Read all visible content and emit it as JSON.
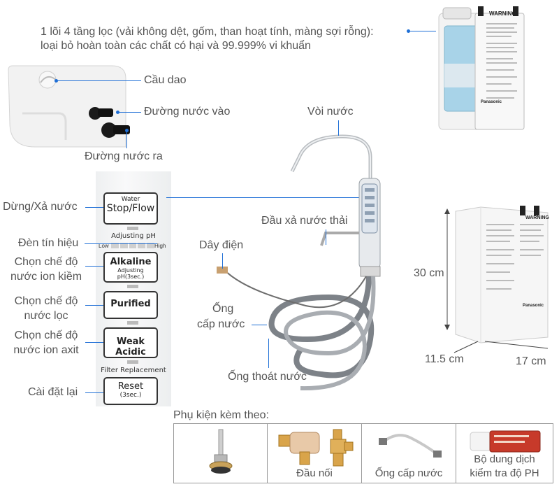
{
  "filter_caption": {
    "line1": "1 lõi 4 tầng lọc (vải không dệt, gốm, than hoạt tính, màng sợi rỗng):",
    "line2": "loại bỏ hoàn toàn các chất có hại và 99.999% vi khuẩn"
  },
  "labels": {
    "breaker": "Cầu dao",
    "water_in": "Đường nước vào",
    "water_out": "Đường nước ra",
    "faucet": "Vòi nước",
    "drain_head": "Đầu xả nước thải",
    "power_cord": "Dây điện",
    "supply_pipe_1": "Ống",
    "supply_pipe_2": "cấp nước",
    "drain_pipe": "Ống thoát nước",
    "stop_flush": "Dừng/Xả nước",
    "signal_light": "Đèn tín hiệu",
    "alkaline_1": "Chọn chế độ",
    "alkaline_2": "nước ion kiềm",
    "purified_1": "Chọn chế độ",
    "purified_2": "nước lọc",
    "acidic_1": "Chọn chế độ",
    "acidic_2": "nước ion axit",
    "reset": "Cài đặt lại"
  },
  "panel": {
    "water_top": "Water",
    "stop_flow": "Stop/Flow",
    "adjusting_ph": "Adjusting pH",
    "low": "Low",
    "high": "High",
    "alkaline": "Alkaline",
    "alkaline_sub": "Adjusting pH(3sec.)",
    "purified": "Purified",
    "weak_acidic": "Weak Acidic",
    "filter_replacement": "Filter Replacement",
    "reset": "Reset",
    "reset_sub": "(3sec.)"
  },
  "dimensions": {
    "height": "30 cm",
    "depth": "11.5 cm",
    "width": "17 cm"
  },
  "device_text": {
    "warning": "WARNING",
    "brand": "Panasonic"
  },
  "accessories": {
    "title": "Phụ kiện kèm theo:",
    "items": [
      "",
      "Đầu nối",
      "Ống cấp nước",
      "Bộ dung dịch kiểm tra độ PH"
    ],
    "ph_line1": "Bộ dung dịch",
    "ph_line2": "kiểm tra độ PH"
  },
  "colors": {
    "accent_line": "#1f6fd6",
    "filter_blue": "#a8d3e8",
    "brass": "#d9a44a"
  }
}
